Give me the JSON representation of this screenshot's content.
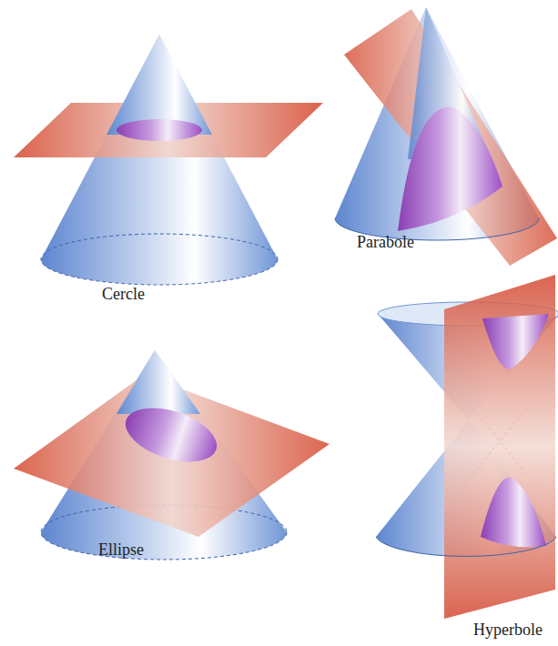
{
  "diagram": {
    "labels": [
      "Cercle",
      "Parabole",
      "Ellipse",
      "Hyperbole"
    ]
  }
}
